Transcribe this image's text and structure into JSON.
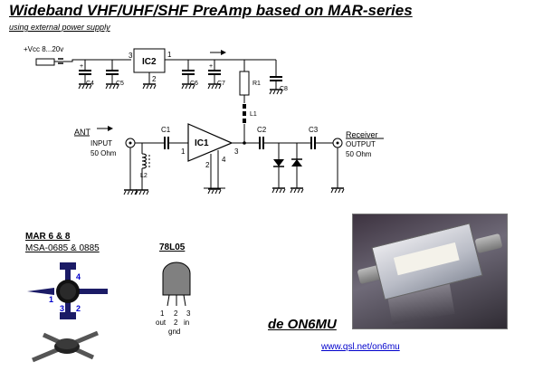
{
  "title": "Wideband VHF/UHF/SHF PreAmp based on MAR-series",
  "subtitle": "using external power supply",
  "schematic": {
    "supply": "+Vcc 8...20v",
    "ic2": "IC2",
    "ic1": "IC1",
    "ant": "ANT",
    "input": "INPUT",
    "input_ohm": "50 Ohm",
    "receiver": "Receiver",
    "output": "OUTPUT",
    "output_ohm": "50 Ohm",
    "c1": "C1",
    "c2": "C2",
    "c3": "C3",
    "c4": "C4",
    "c5": "C5",
    "c6": "C6",
    "c7": "C7",
    "c8": "C8",
    "r1": "R1",
    "l1": "L1",
    "l2": "L2",
    "pin1": "1",
    "pin2": "2",
    "pin3": "3",
    "pin4": "4"
  },
  "mar": {
    "heading": "MAR 6 & 8",
    "subheading": "MSA-0685 & 0885",
    "pin1": "1",
    "pin2": "2",
    "pin3": "3",
    "pin4": "4"
  },
  "regulator": {
    "title": "78L05",
    "pin1": "1",
    "pin2": "2",
    "pin3": "3",
    "out": "out",
    "in": "in",
    "gnd": "gnd"
  },
  "author": "de ON6MU",
  "link": "www.qsl.net/on6mu",
  "colors": {
    "pin_numbers": "#0000cc",
    "link": "#0000cc",
    "mar_body": "#1b1b66"
  }
}
